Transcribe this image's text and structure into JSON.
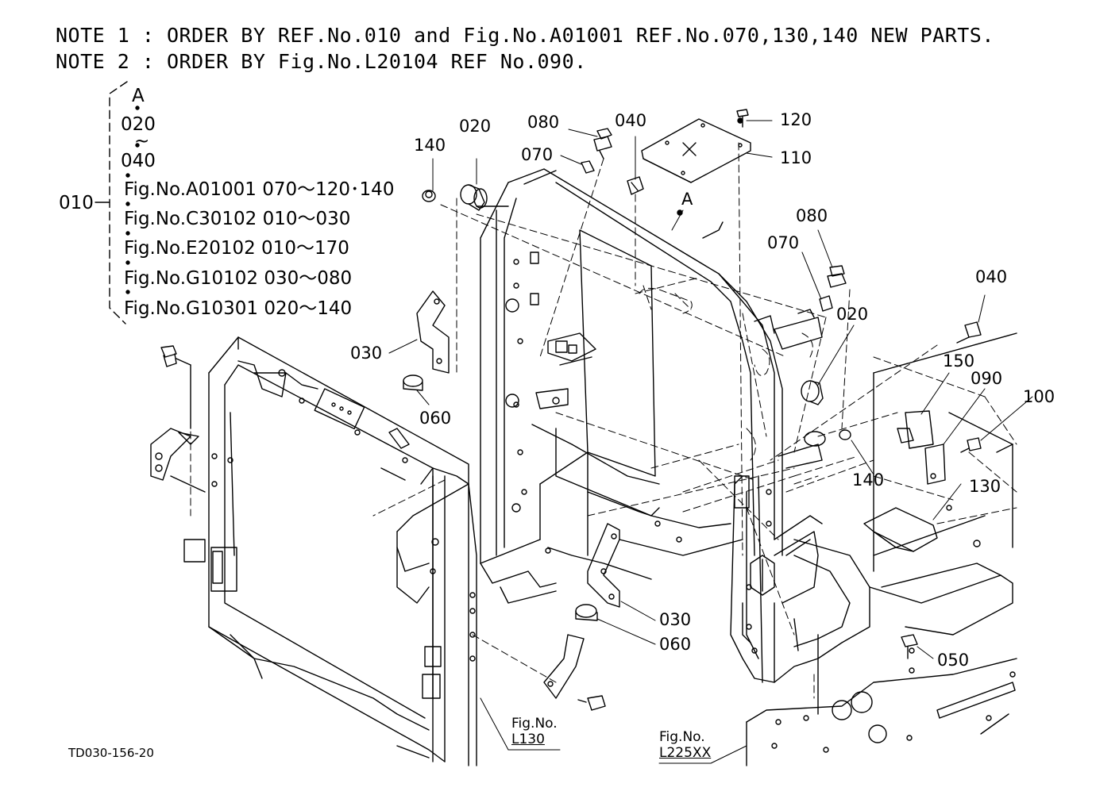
{
  "notes": [
    "NOTE 1 : ORDER BY REF.No.010 and Fig.No.A01001 REF.No.070,130,140 NEW PARTS.",
    "NOTE 2 : ORDER BY Fig.No.L20104 REF No.090."
  ],
  "assembly": {
    "ref": "010",
    "letter": "A",
    "range_start": "020",
    "tilde": "~",
    "range_end": "040",
    "figures": [
      "Fig.No.A01001  070～120･140",
      "Fig.No.C30102  010～030",
      "Fig.No.E20102  010～170",
      "Fig.No.G10102  030～080",
      "Fig.No.G10301  020～140"
    ]
  },
  "callouts": {
    "c020_top": "020",
    "c140_left": "140",
    "c080_top": "080",
    "c070_top": "070",
    "c040_top": "040",
    "c120": "120",
    "c110": "110",
    "point_a": "A",
    "c080_right": "080",
    "c070_right": "070",
    "c040_right": "040",
    "c020_right": "020",
    "c030_left": "030",
    "c060_left": "060",
    "c150": "150",
    "c090": "090",
    "c100": "100",
    "c140_right": "140",
    "c130": "130",
    "c030_bottom": "030",
    "c060_bottom": "060",
    "c050": "050"
  },
  "figure_refs": {
    "left_label": "Fig.No.",
    "left_number": "L130",
    "right_label": "Fig.No.",
    "right_number": "L225XX"
  },
  "drawing_id": "TD030-156-20"
}
